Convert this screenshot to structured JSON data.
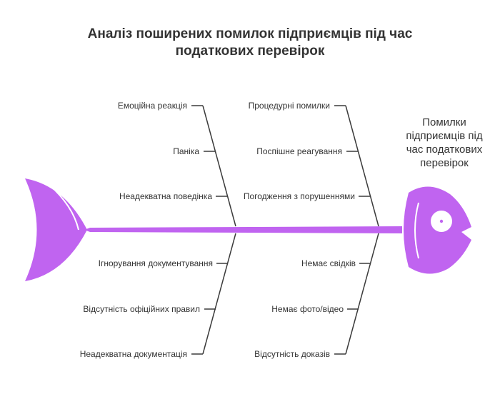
{
  "title": {
    "line1": "Аналіз поширених помилок підприємців під час",
    "line2": "податкових перевірок"
  },
  "effect": {
    "line1": "Помилки",
    "line2": "підприємців під",
    "line3": "час податкових",
    "line4": "перевірок"
  },
  "causes": {
    "top_left": [
      "Емоційна реакція",
      "Паніка",
      "Неадекватна поведінка"
    ],
    "top_right": [
      "Процедурні помилки",
      "Поспішне реагування",
      "Погодження з порушеннями"
    ],
    "bottom_left": [
      "Ігнорування документування",
      "Відсутність офіційних правил",
      "Неадекватна документація"
    ],
    "bottom_right": [
      "Немає свідків",
      "Немає фото/відео",
      "Відсутність доказів"
    ]
  },
  "colors": {
    "fish": "#C064F0",
    "bone": "#3A3A3A",
    "text": "#333333"
  }
}
